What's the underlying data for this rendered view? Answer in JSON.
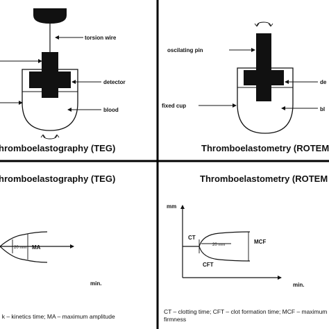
{
  "panels": {
    "top_left": {
      "title": "hromboelastography (TEG)",
      "labels": {
        "torsion_wire": "torsion wire",
        "detector": "detector",
        "blood": "blood"
      }
    },
    "top_right": {
      "title": "Thromboelastometry (ROTEM",
      "labels": {
        "oscillating_pin": "oscilating pin",
        "fixed_cup": "fixed cup",
        "detector": "de",
        "blood": "bl"
      }
    },
    "bottom_left": {
      "title": "hromboelastography (TEG)",
      "labels": {
        "width": "20 mm",
        "ma": "MA",
        "x_axis": "min."
      },
      "caption": "; k – kinetics time; MA – maximum amplitude"
    },
    "bottom_right": {
      "title": "Thromboelastometry (ROTEM",
      "labels": {
        "y_axis": "mm",
        "x_axis": "min.",
        "ct": "CT",
        "cft": "CFT",
        "width": "20 mm",
        "mcf": "MCF"
      },
      "caption_line1": "CT – clotting time; CFT – clot formation time; MCF – maximum clot",
      "caption_line2": "firmness"
    }
  },
  "colors": {
    "ink": "#111111",
    "background": "#ffffff",
    "divider": "#000000"
  },
  "icons": [
    "rotation-arrow-icon"
  ]
}
